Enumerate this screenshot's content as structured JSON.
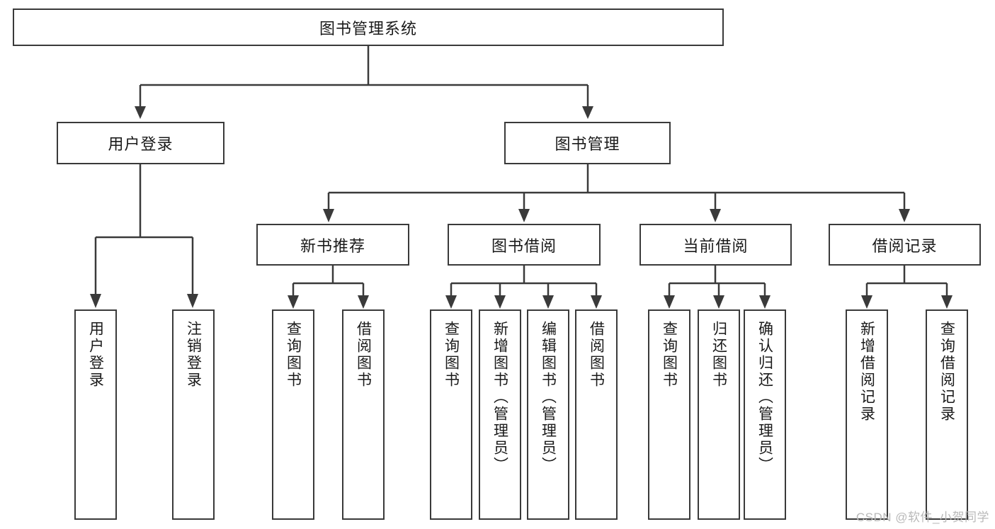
{
  "diagram": {
    "title": "图书管理系统",
    "watermark": "CSDN @软件_小贺同学",
    "root": {
      "label": "图书管理系统"
    },
    "level2": [
      {
        "label": "用户登录"
      },
      {
        "label": "图书管理"
      }
    ],
    "level3": [
      {
        "label": "新书推荐"
      },
      {
        "label": "图书借阅"
      },
      {
        "label": "当前借阅"
      },
      {
        "label": "借阅记录"
      }
    ],
    "leaves": {
      "user_login": [
        {
          "label": "用户登录"
        },
        {
          "label": "注销登录"
        }
      ],
      "new_book": [
        {
          "label": "查询图书"
        },
        {
          "label": "借阅图书"
        }
      ],
      "borrow_book": [
        {
          "label": "查询图书"
        },
        {
          "label": "新增图书（管理员）"
        },
        {
          "label": "编辑图书（管理员）"
        },
        {
          "label": "借阅图书"
        }
      ],
      "current_borrow": [
        {
          "label": "查询图书"
        },
        {
          "label": "归还图书"
        },
        {
          "label": "确认归还（管理员）"
        }
      ],
      "borrow_record": [
        {
          "label": "新增借阅记录"
        },
        {
          "label": "查询借阅记录"
        }
      ]
    },
    "colors": {
      "stroke": "#3a3a3a",
      "background": "#ffffff",
      "text": "#1a1a1a",
      "watermark": "#b9b9b9"
    }
  }
}
